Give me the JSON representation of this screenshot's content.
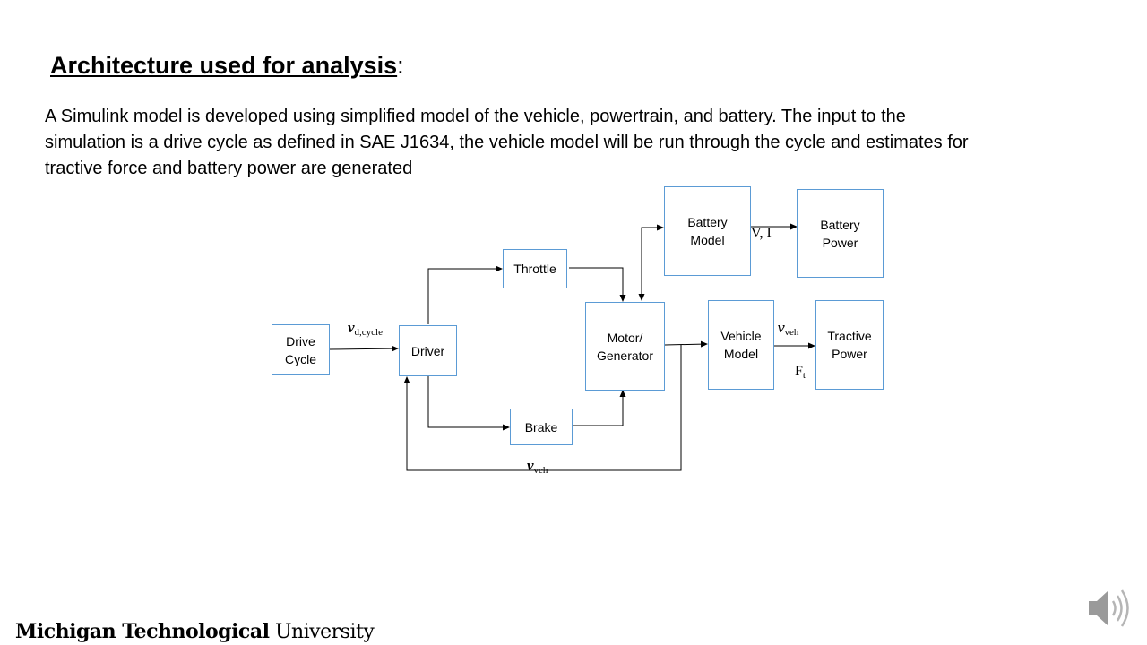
{
  "slide": {
    "title": "Architecture used for analysis",
    "title_suffix": ":",
    "body_lines": [
      "A Simulink model is developed using simplified model of the vehicle, powertrain, and battery. The input to the",
      "simulation is a drive cycle as defined in SAE J1634, the vehicle model will be run through the cycle and estimates for",
      "tractive force and battery power are generated"
    ]
  },
  "diagram": {
    "blocks": {
      "drive_cycle": [
        "Drive",
        "Cycle"
      ],
      "driver": [
        "Driver"
      ],
      "throttle": [
        "Throttle"
      ],
      "brake": [
        "Brake"
      ],
      "motor_generator": [
        "Motor/",
        "Generator"
      ],
      "battery_model": [
        "Battery",
        "Model"
      ],
      "battery_power": [
        "Battery",
        "Power"
      ],
      "vehicle_model": [
        "Vehicle",
        "Model"
      ],
      "tractive_power": [
        "Tractive",
        "Power"
      ]
    },
    "signals": {
      "v_dcycle": {
        "symbol": "v",
        "sub": "d,cycle"
      },
      "v_veh_out": {
        "symbol": "v",
        "sub": "veh"
      },
      "v_veh_feedback": {
        "symbol": "v",
        "sub": "veh"
      },
      "v_i": "V, I",
      "f_t": {
        "symbol": "F",
        "sub": "t"
      }
    }
  },
  "footer": {
    "brand_bold": "Michigan Technological",
    "brand_regular": "University"
  },
  "audio_icon": "speaker-icon"
}
